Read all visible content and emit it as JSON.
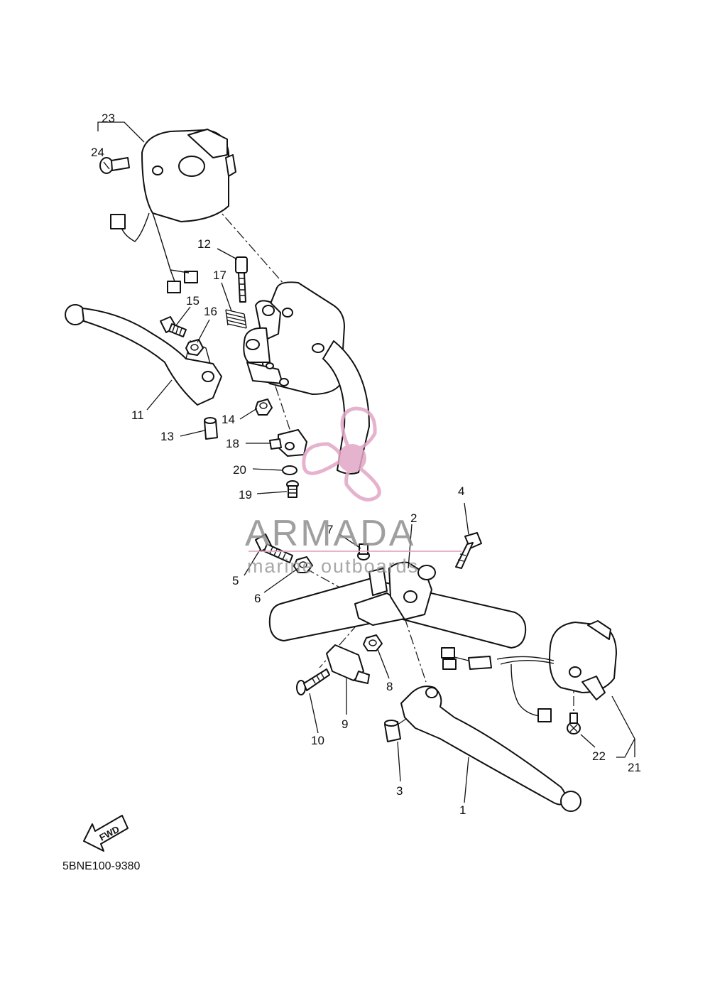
{
  "diagram_code": "5BNE100-9380",
  "fwd_label": "FWD",
  "watermark": {
    "brand": "ARMADA",
    "tagline": "marine outboards",
    "color": "#e2a6c6"
  },
  "callouts": {
    "c1": "1",
    "c2": "2",
    "c3": "3",
    "c4": "4",
    "c5": "5",
    "c6": "6",
    "c7": "7",
    "c8": "8",
    "c9": "9",
    "c10": "10",
    "c11": "11",
    "c12": "12",
    "c13": "13",
    "c14": "14",
    "c15": "15",
    "c16": "16",
    "c17": "17",
    "c18": "18",
    "c19": "19",
    "c20": "20",
    "c21": "21",
    "c22": "22",
    "c23": "23",
    "c24": "24"
  }
}
